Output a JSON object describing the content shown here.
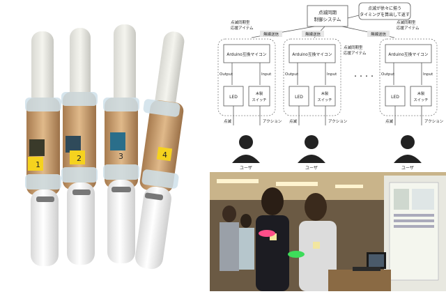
{
  "left_photo": {
    "stick_labels": [
      "1",
      "2",
      "3",
      "4"
    ]
  },
  "diagram": {
    "top_box": [
      "点滅同期",
      "制御システム"
    ],
    "callout": [
      "点滅が徐々に揃う",
      "タイミングを算出して返す"
    ],
    "wireless": "無線送信",
    "item_title": [
      "点滅同期型",
      "応援アイテム"
    ],
    "mcu": "Arduino互換マイコン",
    "output": "Output",
    "input": "Input",
    "led": "LED",
    "switch": [
      "木製",
      "スイッチ"
    ],
    "blink": "点滅",
    "action": "アクション",
    "user": "ユーザ",
    "ellipsis": "・・・・"
  },
  "colors": {
    "diagram_line": "#555555",
    "green_light": "#3ddc5a",
    "pink_light": "#ff4f8a",
    "label_yellow": "#f5d21e"
  }
}
